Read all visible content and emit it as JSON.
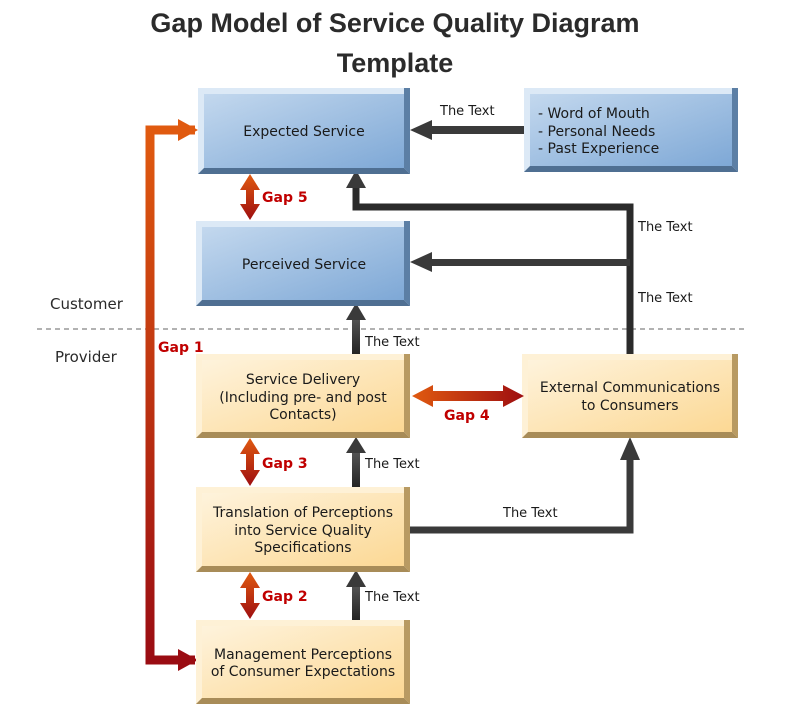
{
  "title": {
    "line1": "Gap Model of Service Quality Diagram",
    "line2": "Template"
  },
  "zones": {
    "customer": "Customer",
    "provider": "Provider"
  },
  "colors": {
    "customer_box": "#9dbde0",
    "provider_box": "#fde2ad",
    "connector": "#3a3a3a",
    "gap_arrow_top": "#d9530f",
    "gap_arrow_bottom": "#a41010",
    "gap_label": "#c00000"
  },
  "boxes": {
    "expected_service": [
      "Expected Service"
    ],
    "sources": [
      "- Word of Mouth",
      "- Personal Needs",
      "- Past Experience"
    ],
    "perceived_service": [
      "Perceived Service"
    ],
    "service_delivery": [
      "Service Delivery",
      "(Including pre- and post",
      "Contacts)"
    ],
    "external_comms": [
      "External Communications",
      "to Consumers"
    ],
    "translation": [
      "Translation of Perceptions",
      "into Service Quality",
      "Specifications"
    ],
    "management": [
      "Management Perceptions",
      "of Consumer Expectations"
    ]
  },
  "connector_labels": {
    "sources_to_expected": "The Text",
    "external_to_expected": "The Text",
    "external_to_perceived": "The Text",
    "delivery_to_perceived": "The Text",
    "translation_to_delivery": "The Text",
    "translation_to_external": "The Text",
    "management_to_translation": "The Text"
  },
  "gaps": {
    "gap1": "Gap 1",
    "gap2": "Gap 2",
    "gap3": "Gap 3",
    "gap4": "Gap 4",
    "gap5": "Gap 5"
  }
}
